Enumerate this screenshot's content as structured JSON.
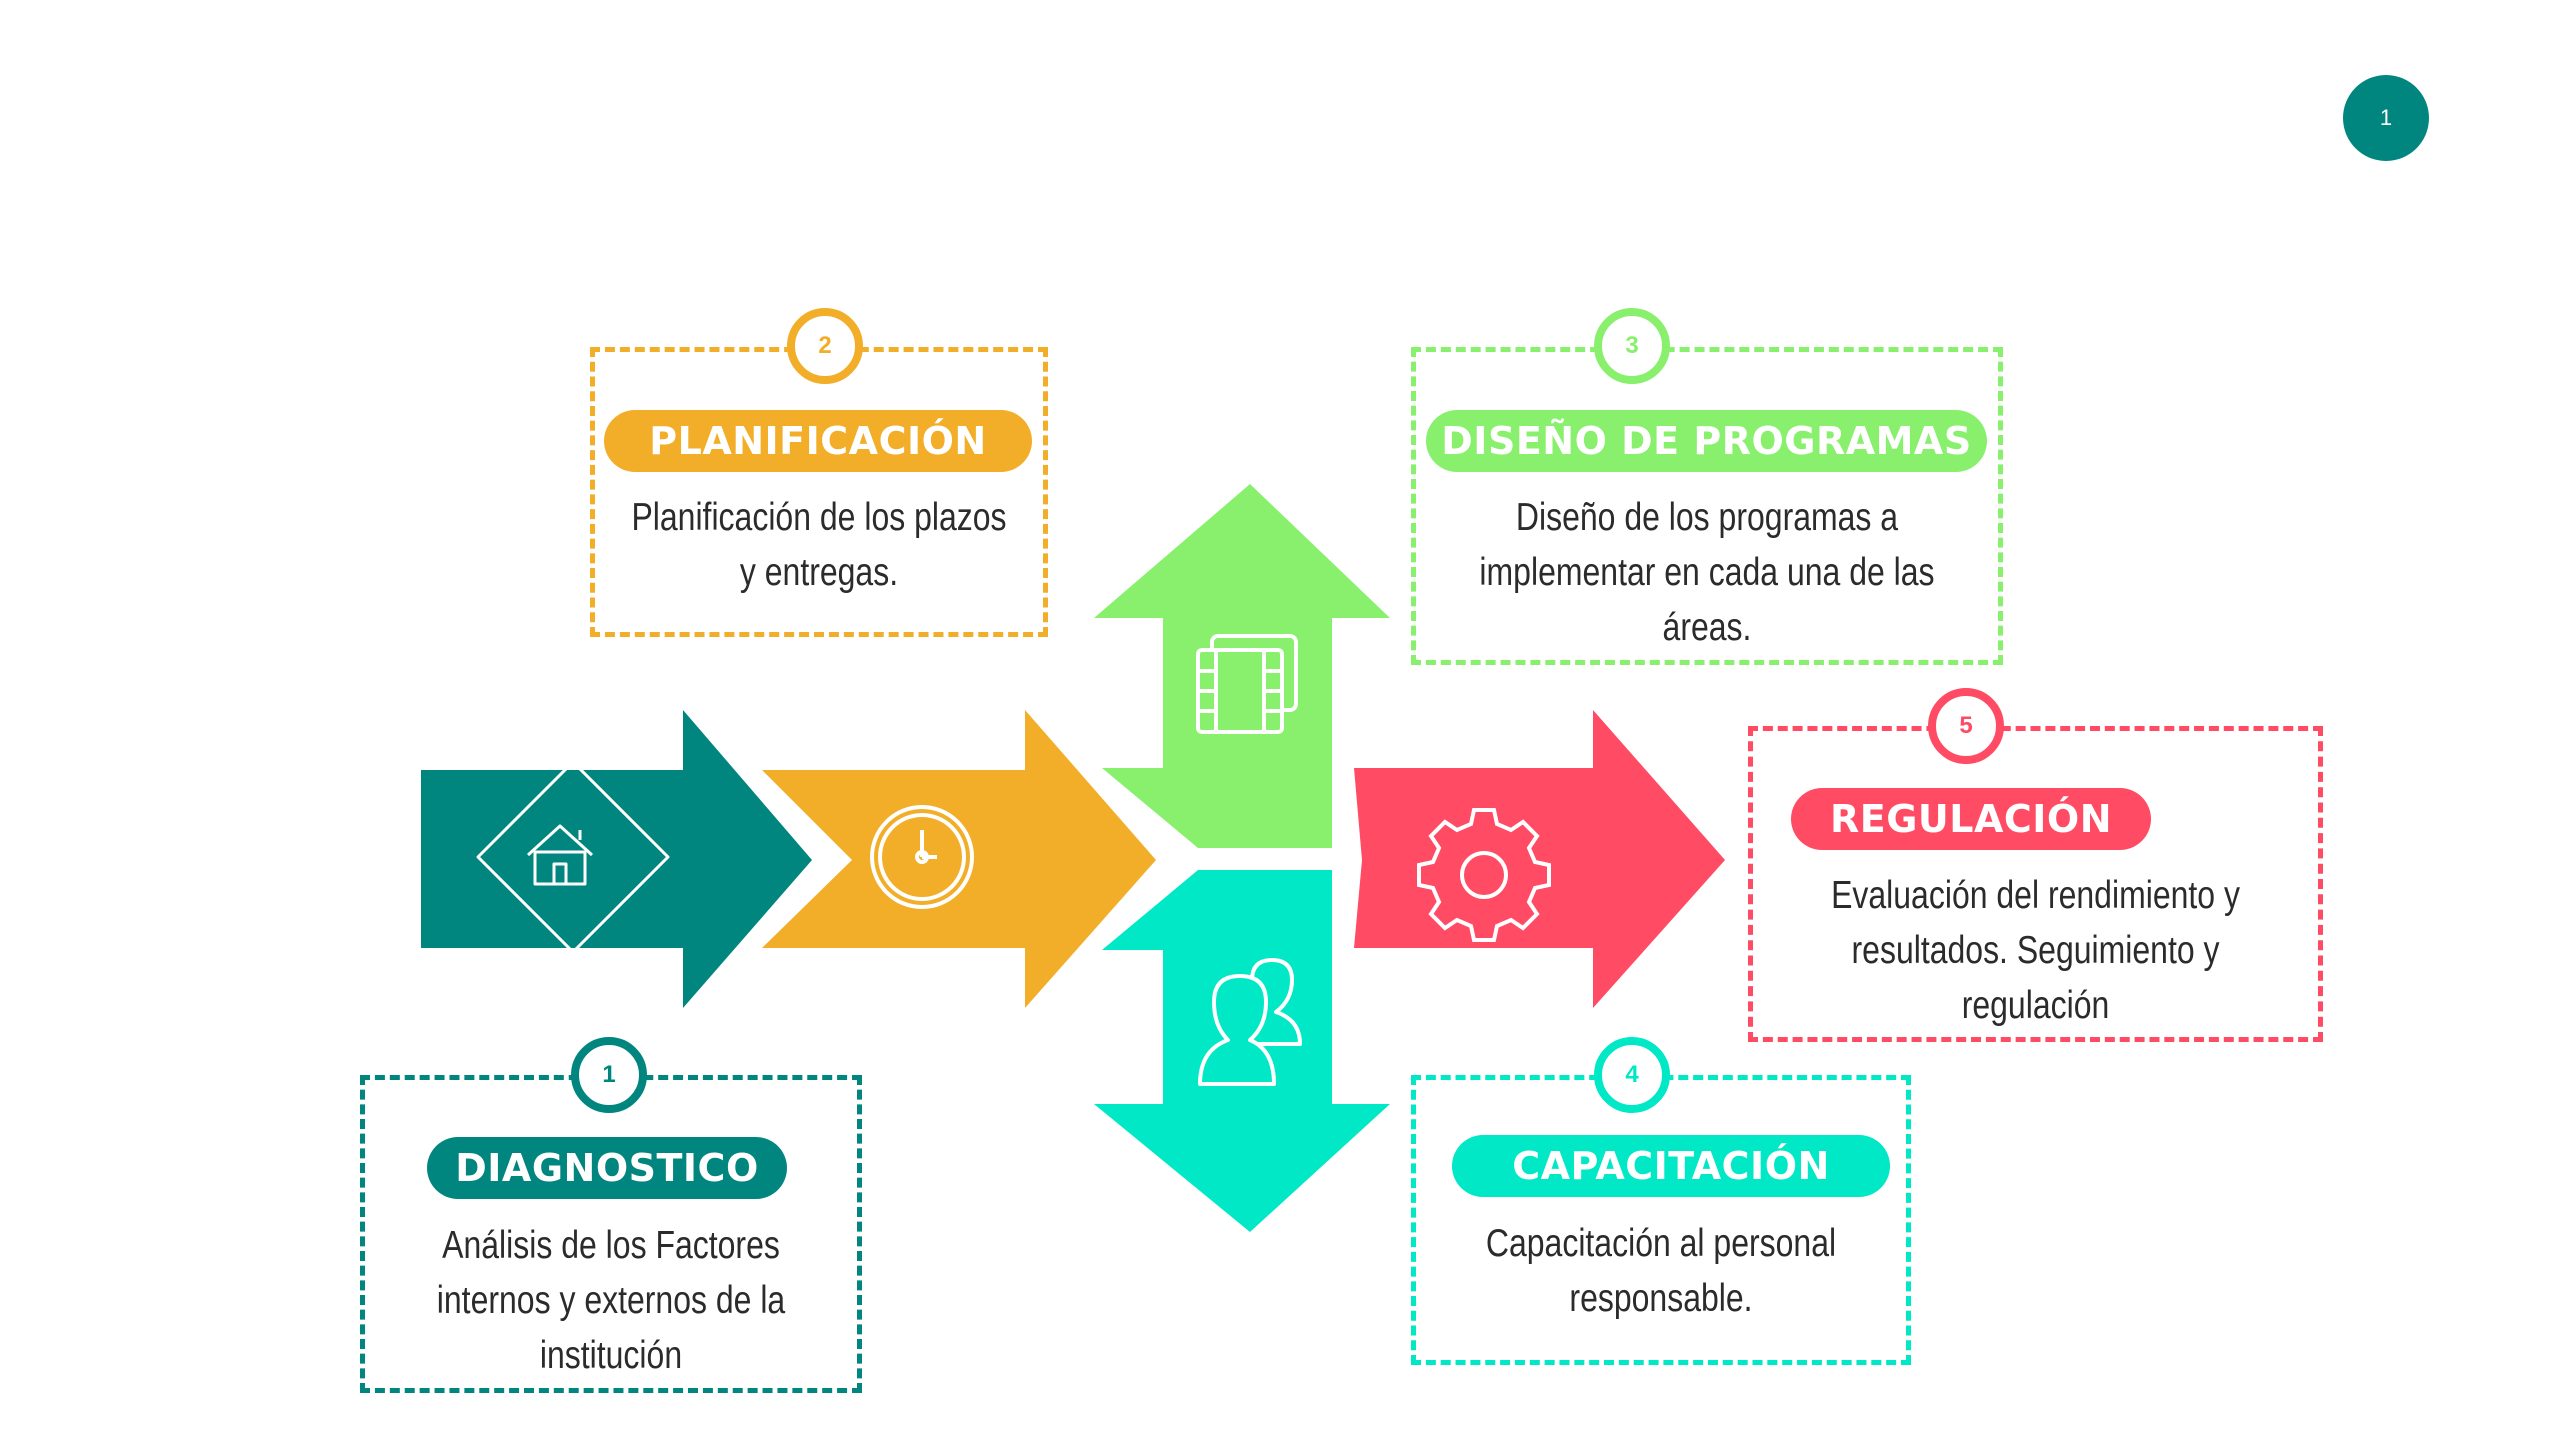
{
  "page_number": "1",
  "colors": {
    "teal": "#00867F",
    "orange": "#F2AE28",
    "light_green": "#88F06C",
    "aqua": "#00E8C6",
    "red": "#FF4B64"
  },
  "steps": [
    {
      "number": "1",
      "title": "DIAGNOSTICO",
      "lines": [
        "Análisis de los Factores",
        "internos y externos de la",
        "institución"
      ],
      "color": "#00867F",
      "icon": "home-icon"
    },
    {
      "number": "2",
      "title": "PLANIFICACIÓN",
      "lines": [
        "Planificación de los plazos",
        "y entregas."
      ],
      "color": "#F2AE28",
      "icon": "clock-icon"
    },
    {
      "number": "3",
      "title": "DISEÑO DE PROGRAMAS",
      "lines": [
        "Diseño de los programas a",
        "implementar en cada una de las",
        "áreas."
      ],
      "color": "#88F06C",
      "icon": "film-icon"
    },
    {
      "number": "4",
      "title": "CAPACITACIÓN",
      "lines": [
        "Capacitación al personal",
        "responsable."
      ],
      "color": "#00E8C6",
      "icon": "users-icon"
    },
    {
      "number": "5",
      "title": "REGULACIÓN",
      "lines": [
        "Evaluación del rendimiento y",
        "resultados. Seguimiento y",
        "regulación"
      ],
      "color": "#FF4B64",
      "icon": "gear-icon"
    }
  ]
}
